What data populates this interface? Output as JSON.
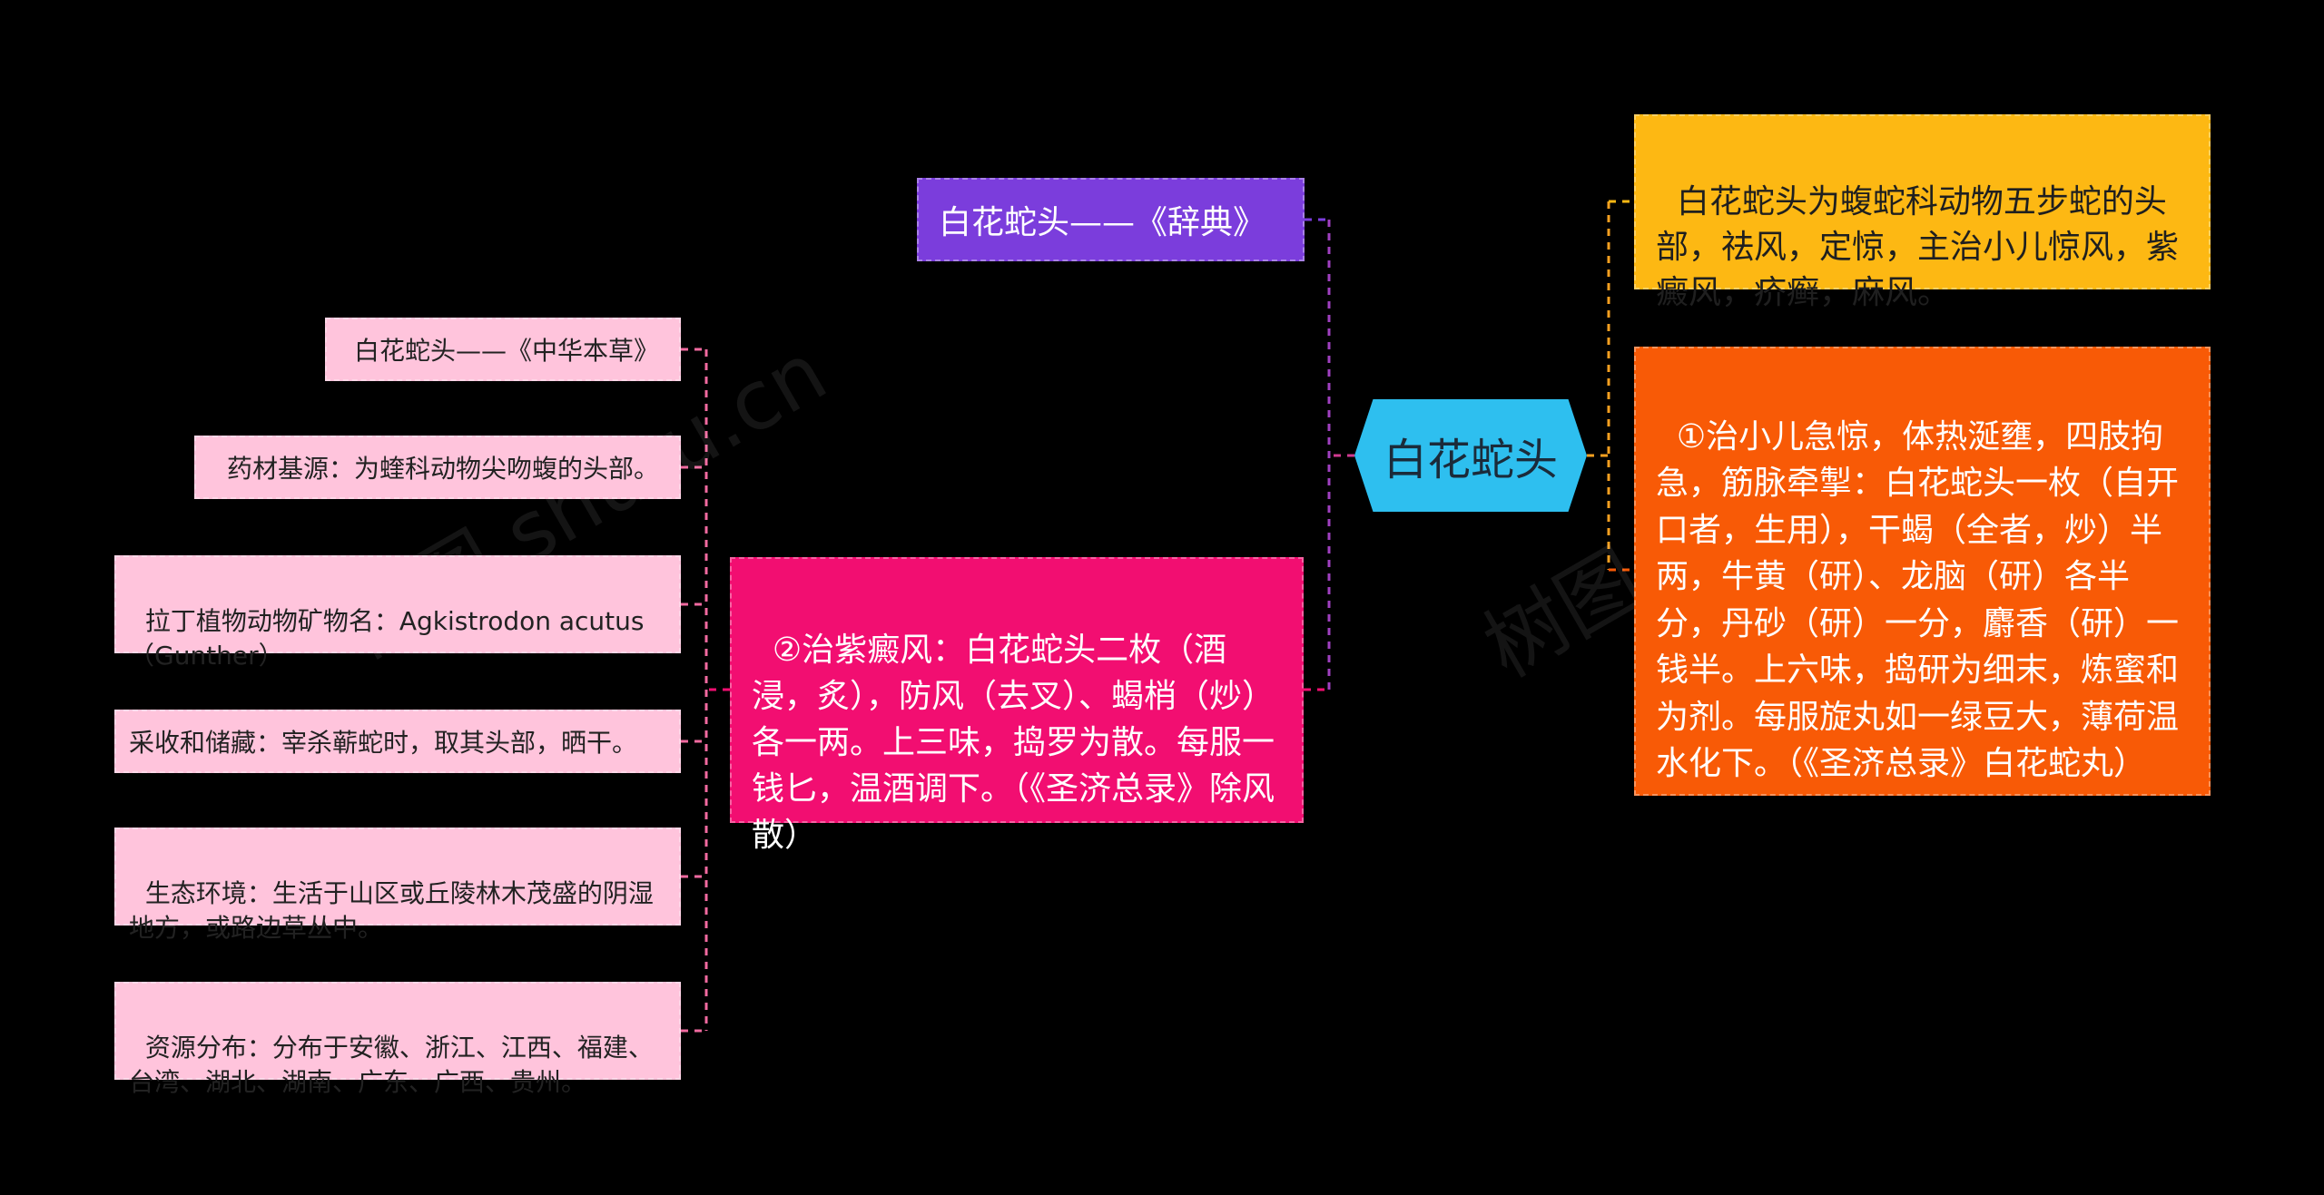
{
  "colors": {
    "background": "#000000",
    "center": "#2ebfef",
    "right_top": "#fdb813",
    "right_bottom": "#f85a06",
    "left_top": "#7b3ddc",
    "left_mid": "#f20e71",
    "left_leaf": "#ffc4dc"
  },
  "center": {
    "label": "白花蛇头"
  },
  "right": {
    "top": "白花蛇头为蝮蛇科动物五步蛇的头部，祛风，定惊，主治小儿惊风，紫癜风，疥癣，麻风。",
    "bottom": "①治小儿急惊，体热涎壅，四肢拘急，筋脉牵掣：白花蛇头一枚（自开口者，生用），干蝎（全者，炒）半两，牛黄（研）、龙脑（研）各半分，丹砂（研）一分，麝香（研）一钱半。上六味，捣研为细末，炼蜜和为剂。每服旋丸如一绿豆大，薄荷温水化下。（《圣济总录》白花蛇丸）"
  },
  "left": {
    "cidian": "白花蛇头——《辞典》",
    "recipe": "②治紫癜风：白花蛇头二枚（酒浸，炙），防风（去叉）、蝎梢（炒）各一两。上三味，捣罗为散。每服一钱匕，温酒调下。（《圣济总录》除风散）",
    "zhonghua": {
      "title": "白花蛇头——《中华本草》",
      "items": [
        "药材基源：为蝰科动物尖吻蝮的头部。",
        "拉丁植物动物矿物名：Agkistrodon acutus（Gunther）",
        "采收和储藏：宰杀蕲蛇时，取其头部，晒干。",
        "生态环境：生活于山区或丘陵林木茂盛的阴湿地方，或路边草丛中。",
        "资源分布：分布于安徽、浙江、江西、福建、台湾、湖北、湖南、广东、广西、贵州。"
      ]
    }
  }
}
